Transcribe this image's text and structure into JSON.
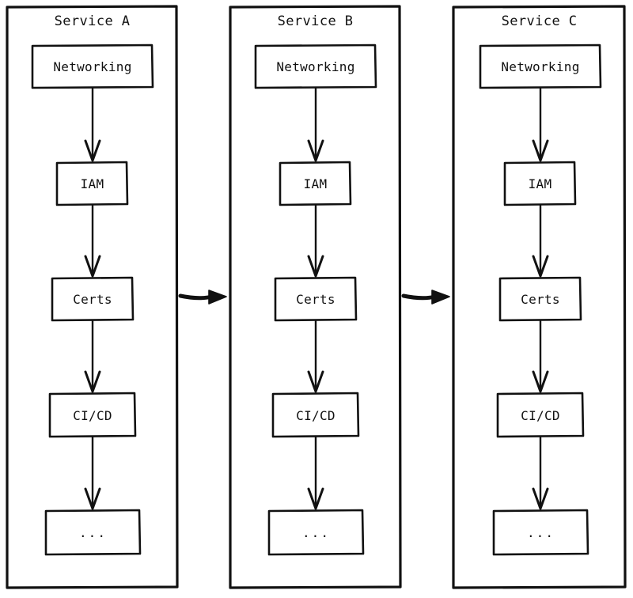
{
  "diagram": {
    "title_hidden": "",
    "background_color": "#ffffff",
    "stroke_color": "#111111",
    "columns": [
      {
        "id": "service-a",
        "title": "Service A",
        "nodes": [
          {
            "id": "networking",
            "label": "Networking"
          },
          {
            "id": "iam",
            "label": "IAM"
          },
          {
            "id": "certs",
            "label": "Certs"
          },
          {
            "id": "cicd",
            "label": "CI/CD"
          },
          {
            "id": "more",
            "label": "..."
          }
        ]
      },
      {
        "id": "service-b",
        "title": "Service B",
        "nodes": [
          {
            "id": "networking",
            "label": "Networking"
          },
          {
            "id": "iam",
            "label": "IAM"
          },
          {
            "id": "certs",
            "label": "Certs"
          },
          {
            "id": "cicd",
            "label": "CI/CD"
          },
          {
            "id": "more",
            "label": "..."
          }
        ]
      },
      {
        "id": "service-c",
        "title": "Service C",
        "nodes": [
          {
            "id": "networking",
            "label": "Networking"
          },
          {
            "id": "iam",
            "label": "IAM"
          },
          {
            "id": "certs",
            "label": "Certs"
          },
          {
            "id": "cicd",
            "label": "CI/CD"
          },
          {
            "id": "more",
            "label": "..."
          }
        ]
      }
    ],
    "connectors": {
      "vertical_arrow_count_per_column": 4,
      "horizontal_arrows": [
        {
          "from": "service-a",
          "to": "service-b"
        },
        {
          "from": "service-b",
          "to": "service-c"
        }
      ]
    }
  }
}
